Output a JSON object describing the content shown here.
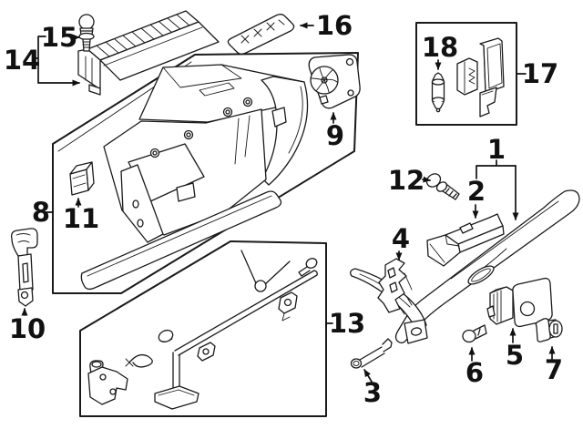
{
  "diagram": {
    "background": "#ffffff",
    "line_color": "#1a1a1a",
    "label_color": "#111111",
    "callouts": [
      {
        "label": "1"
      },
      {
        "label": "2"
      },
      {
        "label": "3"
      },
      {
        "label": "4"
      },
      {
        "label": "5"
      },
      {
        "label": "6"
      },
      {
        "label": "7"
      },
      {
        "label": "8"
      },
      {
        "label": "9"
      },
      {
        "label": "10"
      },
      {
        "label": "11"
      },
      {
        "label": "12"
      },
      {
        "label": "13"
      },
      {
        "label": "14"
      },
      {
        "label": "15"
      },
      {
        "label": "16"
      },
      {
        "label": "17"
      },
      {
        "label": "18"
      }
    ]
  }
}
